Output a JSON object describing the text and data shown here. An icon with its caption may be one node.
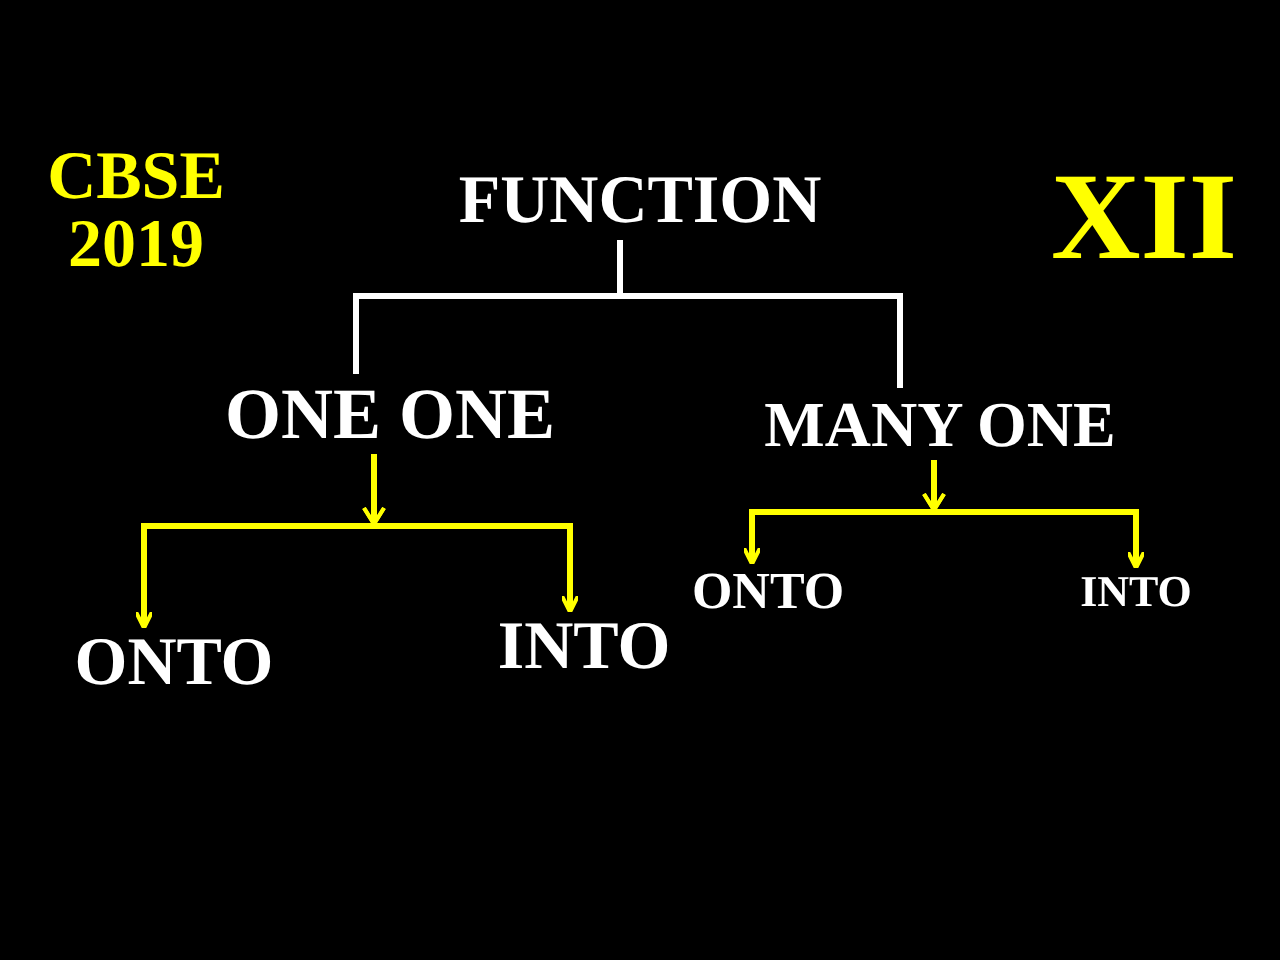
{
  "diagram": {
    "nodes": [
      {
        "text": [
          "FUNCTION"
        ]
      },
      {
        "text": [
          "ONE ONE"
        ]
      },
      {
        "text": [
          "MANY ONE"
        ]
      },
      {
        "text": [
          "ONTO"
        ]
      },
      {
        "text": [
          "INTO"
        ]
      },
      {
        "text": [
          "ONTO"
        ]
      },
      {
        "text": [
          "INTO"
        ]
      }
    ],
    "edges": [
      {
        "from": 0,
        "to": 1,
        "arrow": "none",
        "color": "#ffffff"
      },
      {
        "from": 0,
        "to": 2,
        "arrow": "none",
        "color": "#ffffff"
      },
      {
        "from": 1,
        "to": 3,
        "arrow": "to"
      },
      {
        "from": 1,
        "to": 4,
        "arrow": "to"
      },
      {
        "from": 2,
        "to": 5,
        "arrow": "to"
      },
      {
        "from": 2,
        "to": 6,
        "arrow": "to"
      }
    ],
    "labels": [
      "CBSE 2019",
      "XII"
    ]
  }
}
